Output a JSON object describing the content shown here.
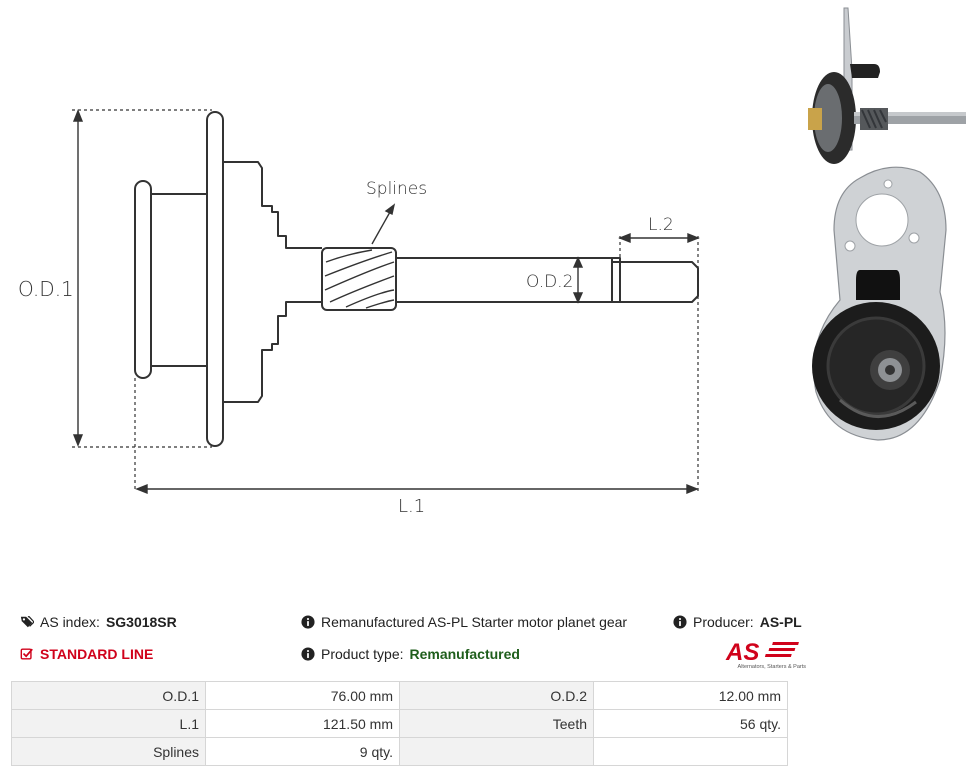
{
  "drawing": {
    "labels": {
      "od1": "O.D.1",
      "od2": "O.D.2",
      "l1": "L.1",
      "l2": "L.2",
      "splines": "Splines"
    }
  },
  "info": {
    "index_label": "AS index:",
    "index_value": "SG3018SR",
    "line_label": "STANDARD LINE",
    "description": "Remanufactured AS-PL Starter motor planet gear",
    "product_type_label": "Product type:",
    "product_type_value": "Remanufactured",
    "producer_label": "Producer:",
    "producer_value": "AS-PL",
    "logo_text": "AS",
    "logo_tagline": "Alternators, Starters & Parts"
  },
  "specs": {
    "rows": [
      [
        {
          "label": "O.D.1",
          "value": "76.00 mm"
        },
        {
          "label": "O.D.2",
          "value": "12.00 mm"
        }
      ],
      [
        {
          "label": "L.1",
          "value": "121.50 mm"
        },
        {
          "label": "Teeth",
          "value": "56 qty."
        }
      ],
      [
        {
          "label": "Splines",
          "value": "9 qty."
        },
        {
          "label": "",
          "value": ""
        }
      ]
    ]
  },
  "colors": {
    "brand_red": "#d0021b",
    "product_green": "#1f5e1c",
    "label_bg": "#f2f2f2",
    "border": "#d6d6d6"
  }
}
